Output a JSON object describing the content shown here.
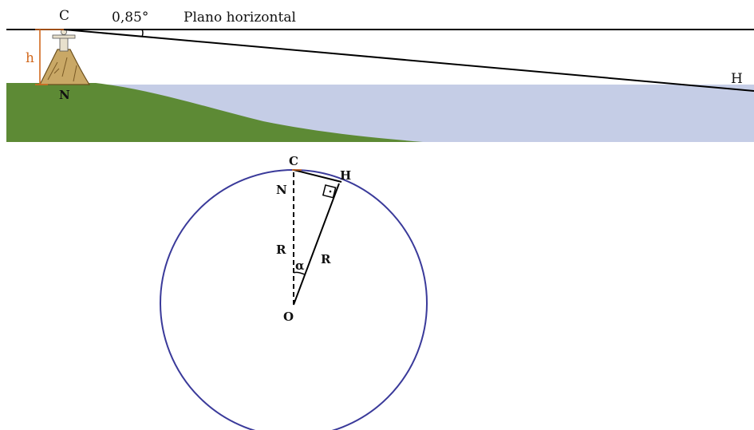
{
  "top_scene": {
    "angle_label": "0,85°",
    "plane_label": "Plano horizontal",
    "point_c": "C",
    "point_n": "N",
    "point_h": "H",
    "height_label": "h"
  },
  "circle_scene": {
    "point_c": "C",
    "point_n": "N",
    "point_h": "H",
    "point_o": "O",
    "radius_left": "R",
    "radius_right": "R",
    "angle_alpha": "α"
  },
  "colors": {
    "land": "#5d8a35",
    "water": "#c5cde6",
    "circle": "#3a3a9a",
    "height_marker": "#d2691e",
    "line": "#000000"
  }
}
